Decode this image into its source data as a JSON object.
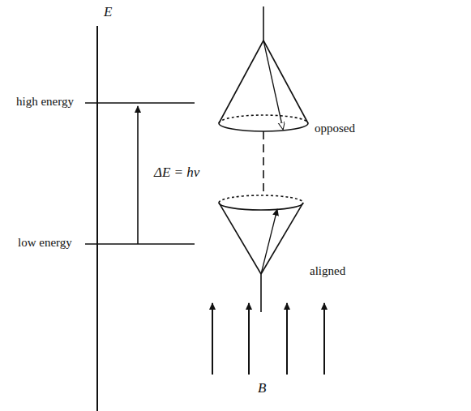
{
  "diagram": {
    "labels": [
      "E",
      "high energy",
      "ΔE = hν",
      "opposed",
      "low energy",
      "aligned",
      "B"
    ]
  }
}
